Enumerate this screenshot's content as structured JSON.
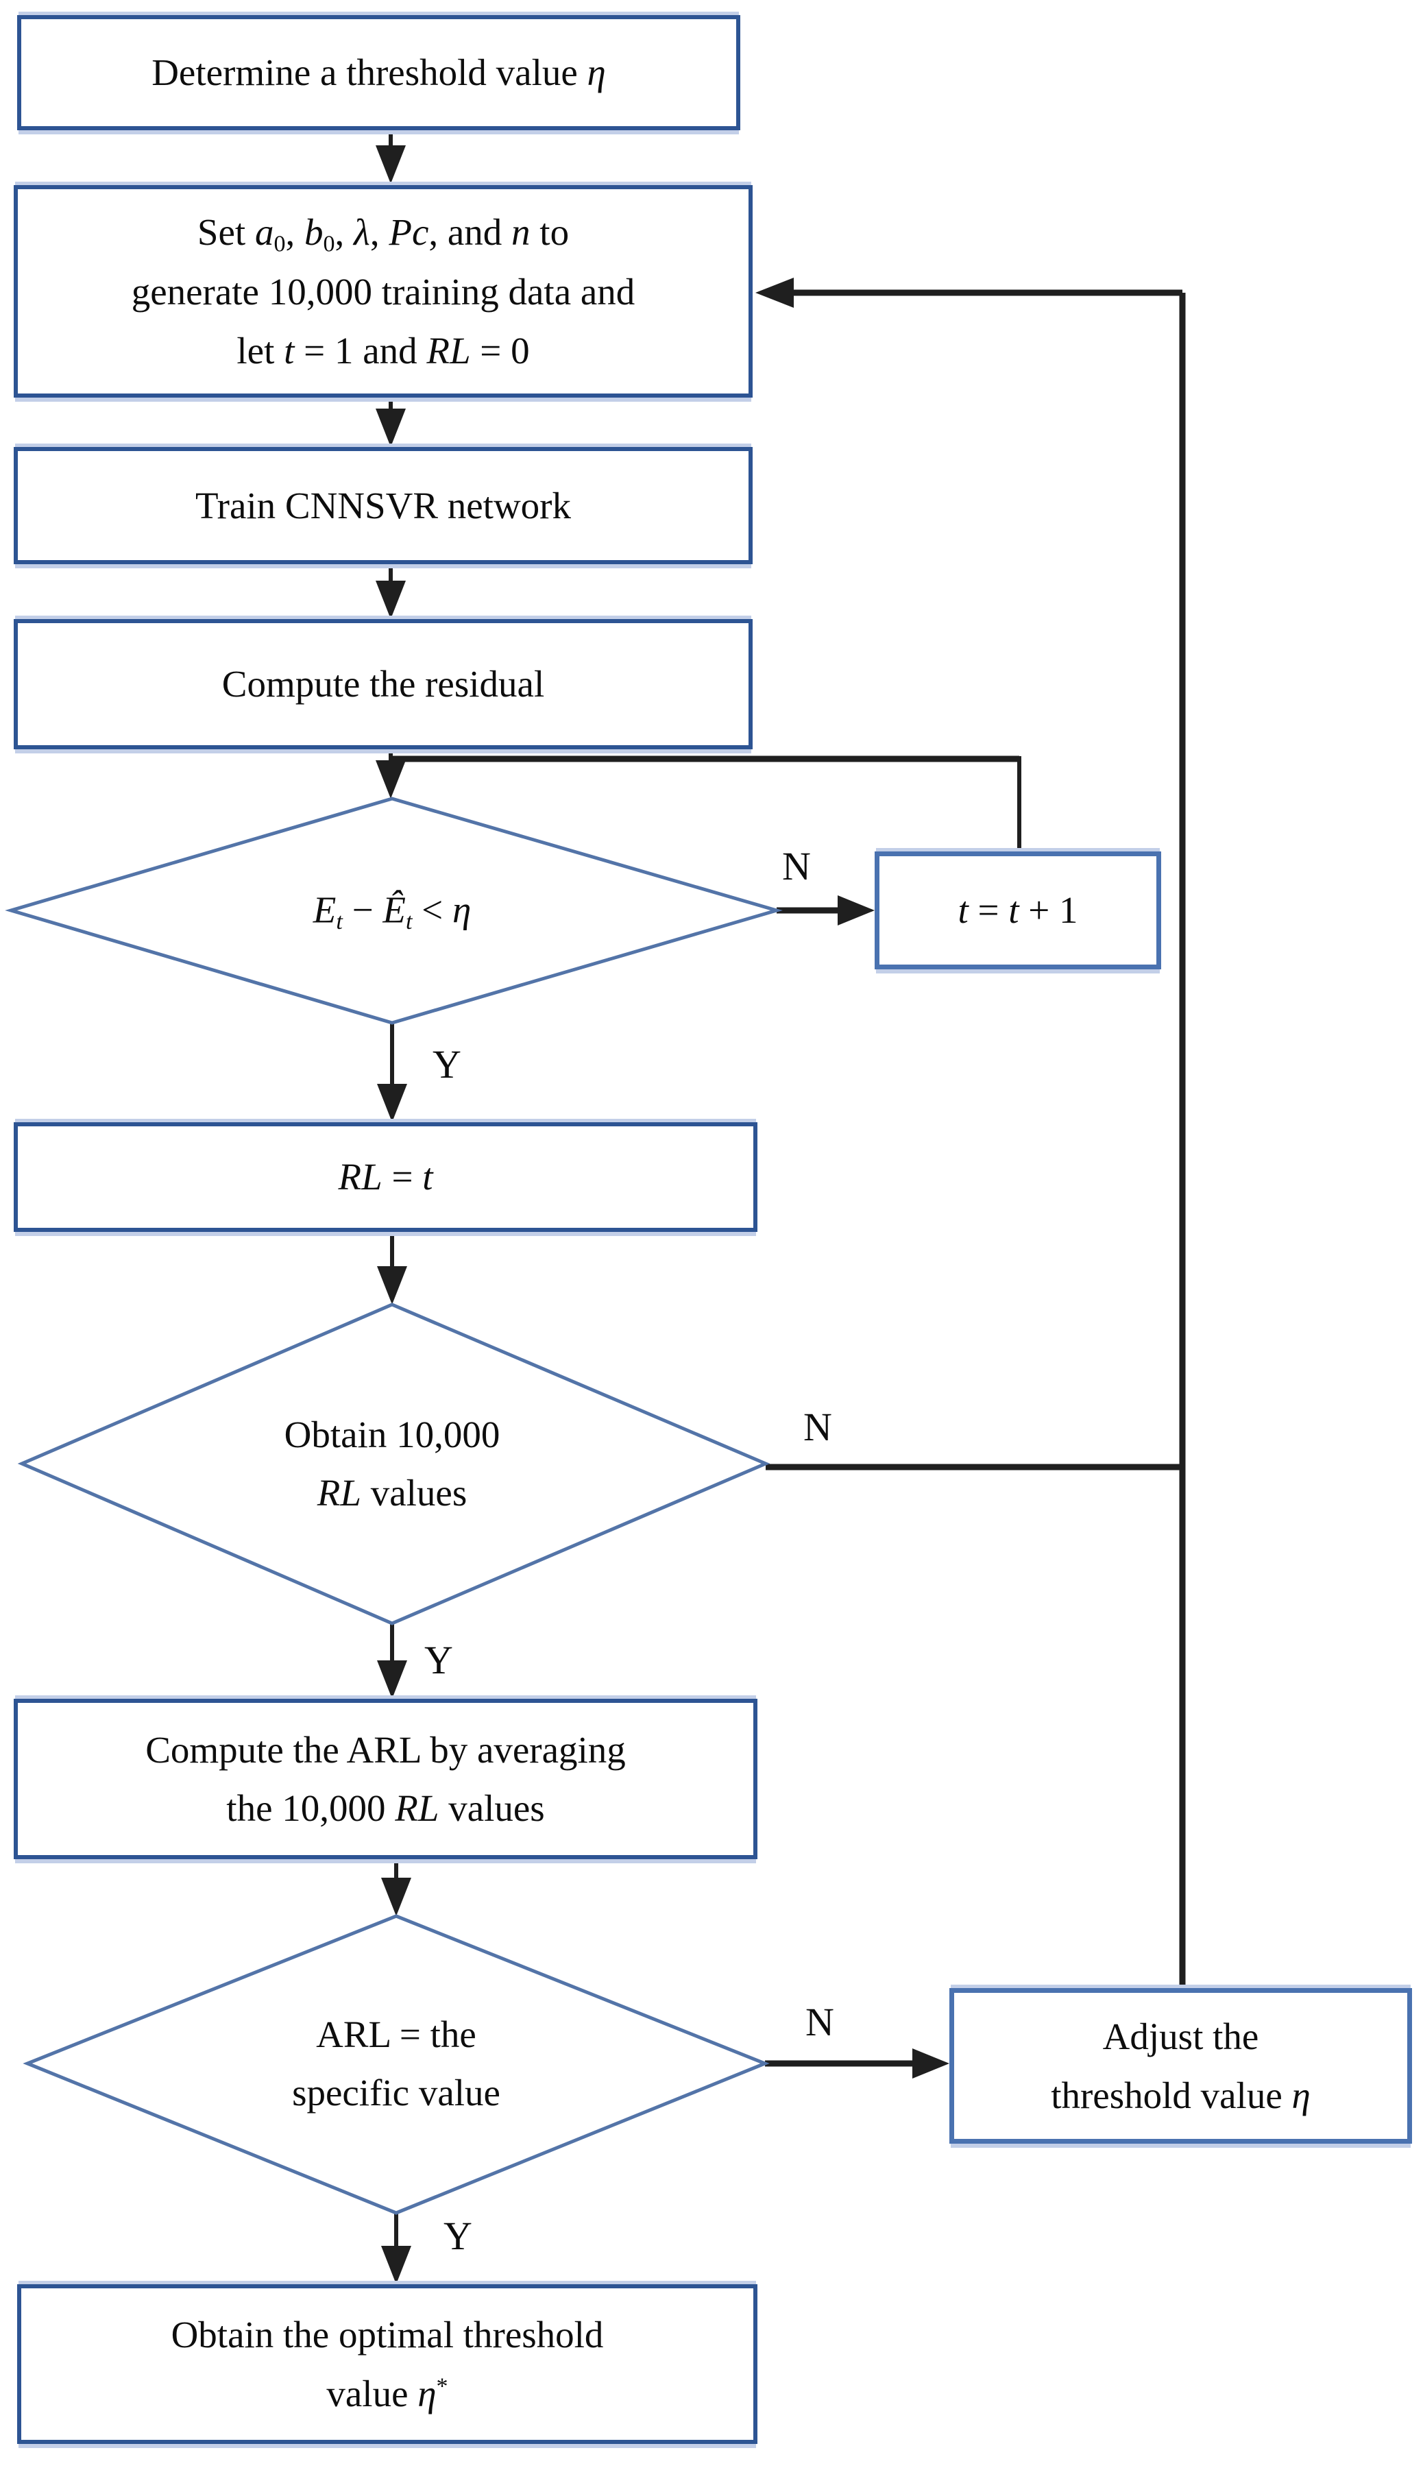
{
  "colors": {
    "box_border": "#2d5493",
    "side_box_border": "#4a72b0",
    "diamond_border": "#5374a8",
    "line": "#1f1f1f",
    "shadow": "#c3cfe8",
    "text": "#0d0d0d"
  },
  "nodes": {
    "determine": {
      "lines": [
        [
          {
            "t": "Determine a threshold value  "
          },
          {
            "t": "η",
            "i": 1
          }
        ]
      ]
    },
    "set_params": {
      "lines": [
        [
          {
            "t": "Set  "
          },
          {
            "t": "a",
            "i": 1
          },
          {
            "t": "0",
            "sb": 1
          },
          {
            "t": ",  "
          },
          {
            "t": "b",
            "i": 1
          },
          {
            "t": "0",
            "sb": 1
          },
          {
            "t": ",  "
          },
          {
            "t": "λ",
            "i": 1
          },
          {
            "t": ",  "
          },
          {
            "t": "Pc",
            "i": 1
          },
          {
            "t": ", and  "
          },
          {
            "t": "n",
            "i": 1
          },
          {
            "t": "  to"
          }
        ],
        [
          {
            "t": "generate 10,000 training data and"
          }
        ],
        [
          {
            "t": "let  "
          },
          {
            "t": "t",
            "i": 1
          },
          {
            "t": " = 1  and  "
          },
          {
            "t": "RL",
            "i": 1
          },
          {
            "t": " = 0"
          }
        ]
      ]
    },
    "train": {
      "lines": [
        [
          {
            "t": "Train CNNSVR network"
          }
        ]
      ]
    },
    "residual": {
      "lines": [
        [
          {
            "t": "Compute the residual"
          }
        ]
      ]
    },
    "decision_residual": {
      "lines": [
        [
          {
            "t": "E",
            "i": 1
          },
          {
            "t": "t",
            "i": 1,
            "sb": 1
          },
          {
            "t": " − "
          },
          {
            "t": "Ê",
            "i": 1
          },
          {
            "t": "t",
            "i": 1,
            "sb": 1
          },
          {
            "t": " < "
          },
          {
            "t": "η",
            "i": 1
          }
        ]
      ]
    },
    "increment_t": {
      "lines": [
        [
          {
            "t": "t",
            "i": 1
          },
          {
            "t": " = "
          },
          {
            "t": "t",
            "i": 1
          },
          {
            "t": " + 1"
          }
        ]
      ]
    },
    "rl_equals_t": {
      "lines": [
        [
          {
            "t": "RL",
            "i": 1
          },
          {
            "t": " = "
          },
          {
            "t": "t",
            "i": 1
          }
        ]
      ]
    },
    "decision_rl_values": {
      "lines": [
        [
          {
            "t": "Obtain 10,000"
          }
        ],
        [
          {
            "t": "RL",
            "i": 1
          },
          {
            "t": "  values"
          }
        ]
      ]
    },
    "compute_arl": {
      "lines": [
        [
          {
            "t": "Compute the ARL by averaging"
          }
        ],
        [
          {
            "t": "the 10,000 "
          },
          {
            "t": "RL",
            "i": 1
          },
          {
            "t": "  values"
          }
        ]
      ]
    },
    "decision_arl": {
      "lines": [
        [
          {
            "t": "ARL = the"
          }
        ],
        [
          {
            "t": "specific value"
          }
        ]
      ]
    },
    "adjust": {
      "lines": [
        [
          {
            "t": "Adjust the"
          }
        ],
        [
          {
            "t": "threshold value  "
          },
          {
            "t": "η",
            "i": 1
          }
        ]
      ]
    },
    "optimal": {
      "lines": [
        [
          {
            "t": "Obtain the optimal threshold"
          }
        ],
        [
          {
            "t": "value  "
          },
          {
            "t": "η",
            "i": 1
          },
          {
            "t": "*",
            "sp": 1
          }
        ]
      ]
    }
  },
  "labels": {
    "n1": "N",
    "y1": "Y",
    "n2": "N",
    "y2": "Y",
    "n3": "N",
    "y3": "Y"
  }
}
